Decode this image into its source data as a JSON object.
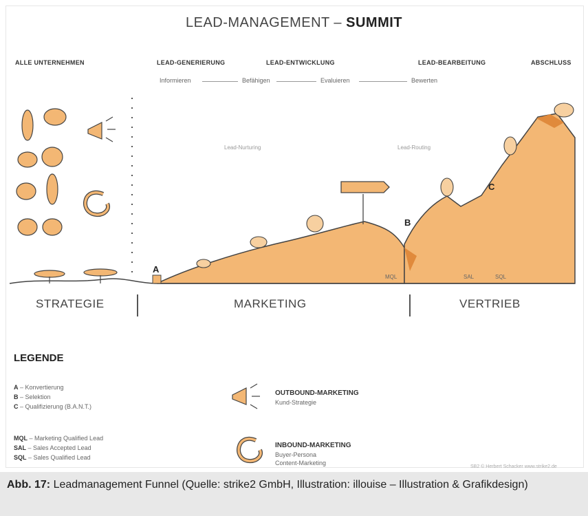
{
  "header": {
    "title_prefix": "LEAD-MANAGEMENT –",
    "title_bold": "SUMMIT"
  },
  "stages": {
    "alle": "ALLE UNTERNEHMEN",
    "generierung": "LEAD-GENERIERUNG",
    "entwicklung": "LEAD-ENTWICKLUNG",
    "bearbeitung": "LEAD-BEARBEITUNG",
    "abschluss": "ABSCHLUSS"
  },
  "steps": [
    "Informieren",
    "Befähigen",
    "Evaluieren",
    "Bewerten"
  ],
  "process_labels": {
    "nurturing": "Lead-Nurturing",
    "routing": "Lead-Routing"
  },
  "points": {
    "a": "A",
    "b": "B",
    "c": "C"
  },
  "tags": {
    "mql": "MQL",
    "sal": "SAL",
    "sql": "SQL"
  },
  "sections": {
    "strategie": "STRATEGIE",
    "marketing": "MARKETING",
    "vertrieb": "VERTRIEB"
  },
  "legend": {
    "title": "LEGENDE",
    "a_key": "A",
    "a_text": "– Konvertierung",
    "b_key": "B",
    "b_text": "– Selektion",
    "c_key": "C",
    "c_text": "– Qualifizierung (B.A.N.T.)",
    "mql_key": "MQL",
    "mql_text": "– Marketing Qualified Lead",
    "sal_key": "SAL",
    "sal_text": "– Sales Accepted Lead",
    "sql_key": "SQL",
    "sql_text": "– Sales Qualified Lead"
  },
  "marketing_types": {
    "outbound_title": "OUTBOUND-MARKETING",
    "outbound_sub": "Kund-Strategie",
    "inbound_title": "INBOUND-MARKETING",
    "inbound_sub1": "Buyer-Persona",
    "inbound_sub2": "Content-Marketing"
  },
  "credit": "SB2 © Herbert Schacker www.strike2.de",
  "caption": {
    "label": "Abb. 17:",
    "text": " Leadmanagement Funnel (Quelle: strike2 GmbH, Illustration: illouise – Illustration & Gra­fikdesign)"
  },
  "colors": {
    "mountain": "#f3b774",
    "mountain_dark": "#e08a3c",
    "ink": "#333333",
    "caption_bg": "#e8e8e8"
  }
}
